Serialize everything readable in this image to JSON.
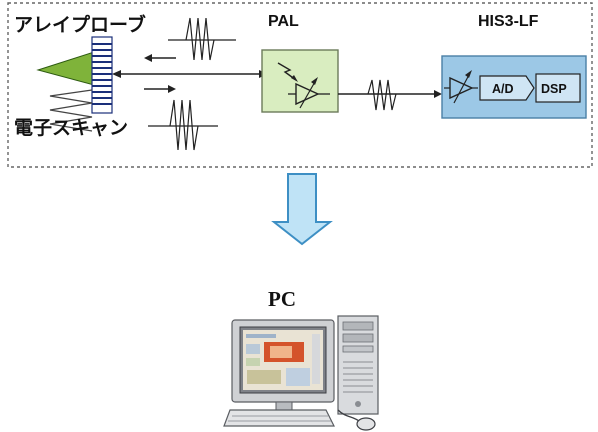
{
  "diagram": {
    "probe_label": "アレイプローブ",
    "scan_label": "電子スキャン",
    "pal_label": "PAL",
    "his_label": "HIS3-LF",
    "ad_label": "A/D",
    "dsp_label": "DSP",
    "pc_label": "PC"
  },
  "colors": {
    "probe_green": "#7fb33a",
    "pal_fill": "#d9edc0",
    "his_fill": "#9cc8e6",
    "inner_box": "#cfe5f4",
    "arrow_fill": "#bfe3f6",
    "arrow_stroke": "#3d8fc4",
    "dash": "#666666"
  },
  "icons": {
    "down_arrow": "down-arrow-icon",
    "computer": "computer-icon"
  }
}
